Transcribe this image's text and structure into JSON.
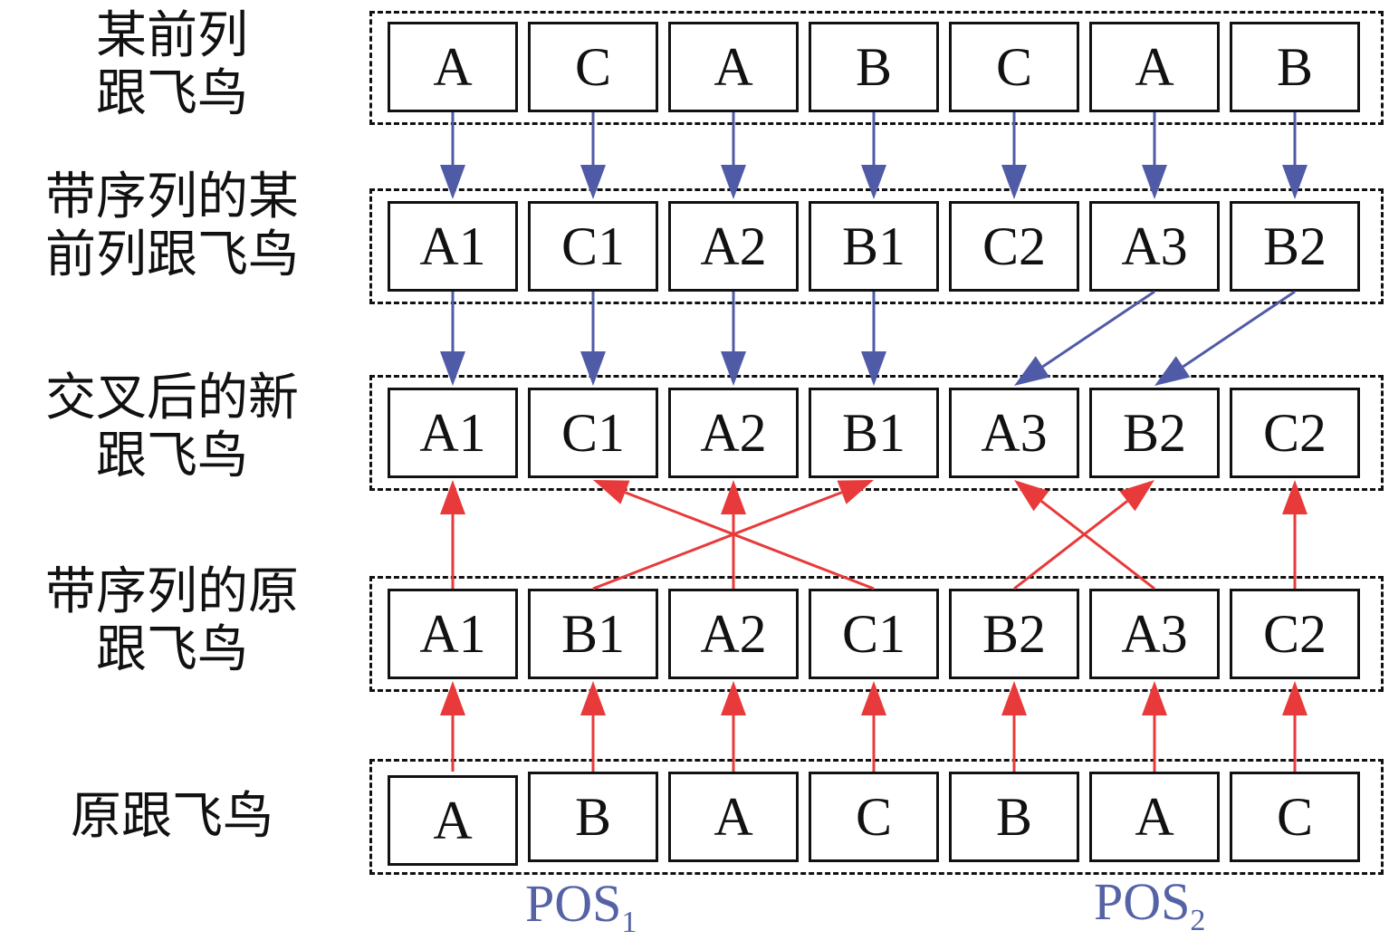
{
  "colors": {
    "blue_arrow": "#4f5ba6",
    "red_arrow": "#e83a3a",
    "pos_label": "#5563a6",
    "box_border": "#111111"
  },
  "rows": [
    {
      "id": "row-preceding",
      "label_lines": [
        "某前列",
        "跟飞鸟"
      ],
      "cells": [
        "A",
        "C",
        "A",
        "B",
        "C",
        "A",
        "B"
      ]
    },
    {
      "id": "row-preceding-seq",
      "label_lines": [
        "带序列的某",
        "前列跟飞鸟"
      ],
      "cells": [
        "A1",
        "C1",
        "A2",
        "B1",
        "C2",
        "A3",
        "B2"
      ]
    },
    {
      "id": "row-crossed",
      "label_lines": [
        "交叉后的新",
        "跟飞鸟"
      ],
      "cells": [
        "A1",
        "C1",
        "A2",
        "B1",
        "A3",
        "B2",
        "C2"
      ]
    },
    {
      "id": "row-original-seq",
      "label_lines": [
        "带序列的原",
        "跟飞鸟"
      ],
      "cells": [
        "A1",
        "B1",
        "A2",
        "C1",
        "B2",
        "A3",
        "C2"
      ]
    },
    {
      "id": "row-original",
      "label_lines": [
        "原跟飞鸟"
      ],
      "cells": [
        "A",
        "B",
        "A",
        "C",
        "B",
        "A",
        "C"
      ]
    }
  ],
  "pos_labels": [
    {
      "main": "POS",
      "sub": "1"
    },
    {
      "main": "POS",
      "sub": "2"
    }
  ],
  "blue_links_row1_to_row2": [
    [
      0,
      0
    ],
    [
      1,
      1
    ],
    [
      2,
      2
    ],
    [
      3,
      3
    ],
    [
      4,
      4
    ],
    [
      5,
      5
    ],
    [
      6,
      6
    ]
  ],
  "blue_links_row2_to_row3": [
    [
      0,
      0
    ],
    [
      1,
      1
    ],
    [
      2,
      2
    ],
    [
      3,
      3
    ],
    [
      5,
      4
    ],
    [
      6,
      5
    ]
  ],
  "red_links_row4_to_row3": [
    [
      0,
      0
    ],
    [
      1,
      3
    ],
    [
      2,
      2
    ],
    [
      3,
      1
    ],
    [
      4,
      5
    ],
    [
      5,
      4
    ],
    [
      6,
      6
    ]
  ],
  "red_links_row5_to_row4": [
    [
      0,
      0
    ],
    [
      1,
      1
    ],
    [
      2,
      2
    ],
    [
      3,
      3
    ],
    [
      4,
      4
    ],
    [
      5,
      5
    ],
    [
      6,
      6
    ]
  ]
}
